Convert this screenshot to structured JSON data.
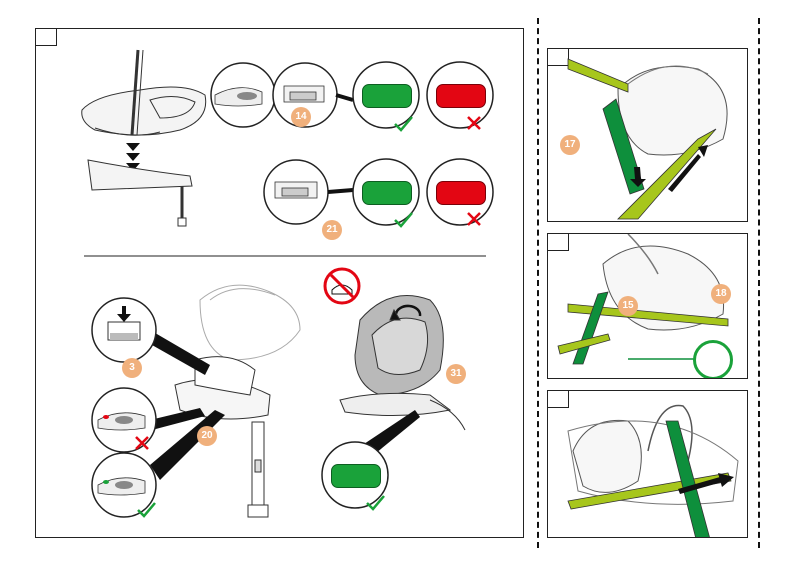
{
  "main_panel": {
    "callouts": {
      "c14": "14",
      "c21": "21",
      "c3": "3",
      "c20": "20",
      "c31": "31"
    }
  },
  "side_panels": {
    "top": {
      "callout": "17"
    },
    "middle": {
      "callout_left": "15",
      "callout_right": "18"
    },
    "bottom": {}
  },
  "colors": {
    "ok_green": "#1aa23a",
    "error_red": "#e30613",
    "callout_orange": "#f0b07c",
    "belt_green": "#a7c61c",
    "strap_dark_green": "#0e8f3c",
    "seat_grey": "#b9b9b9"
  },
  "icons": {
    "ok": "check-icon",
    "error": "cross-icon",
    "no_airbag": "no-airbag-icon",
    "push": "arrow-down-icon"
  }
}
